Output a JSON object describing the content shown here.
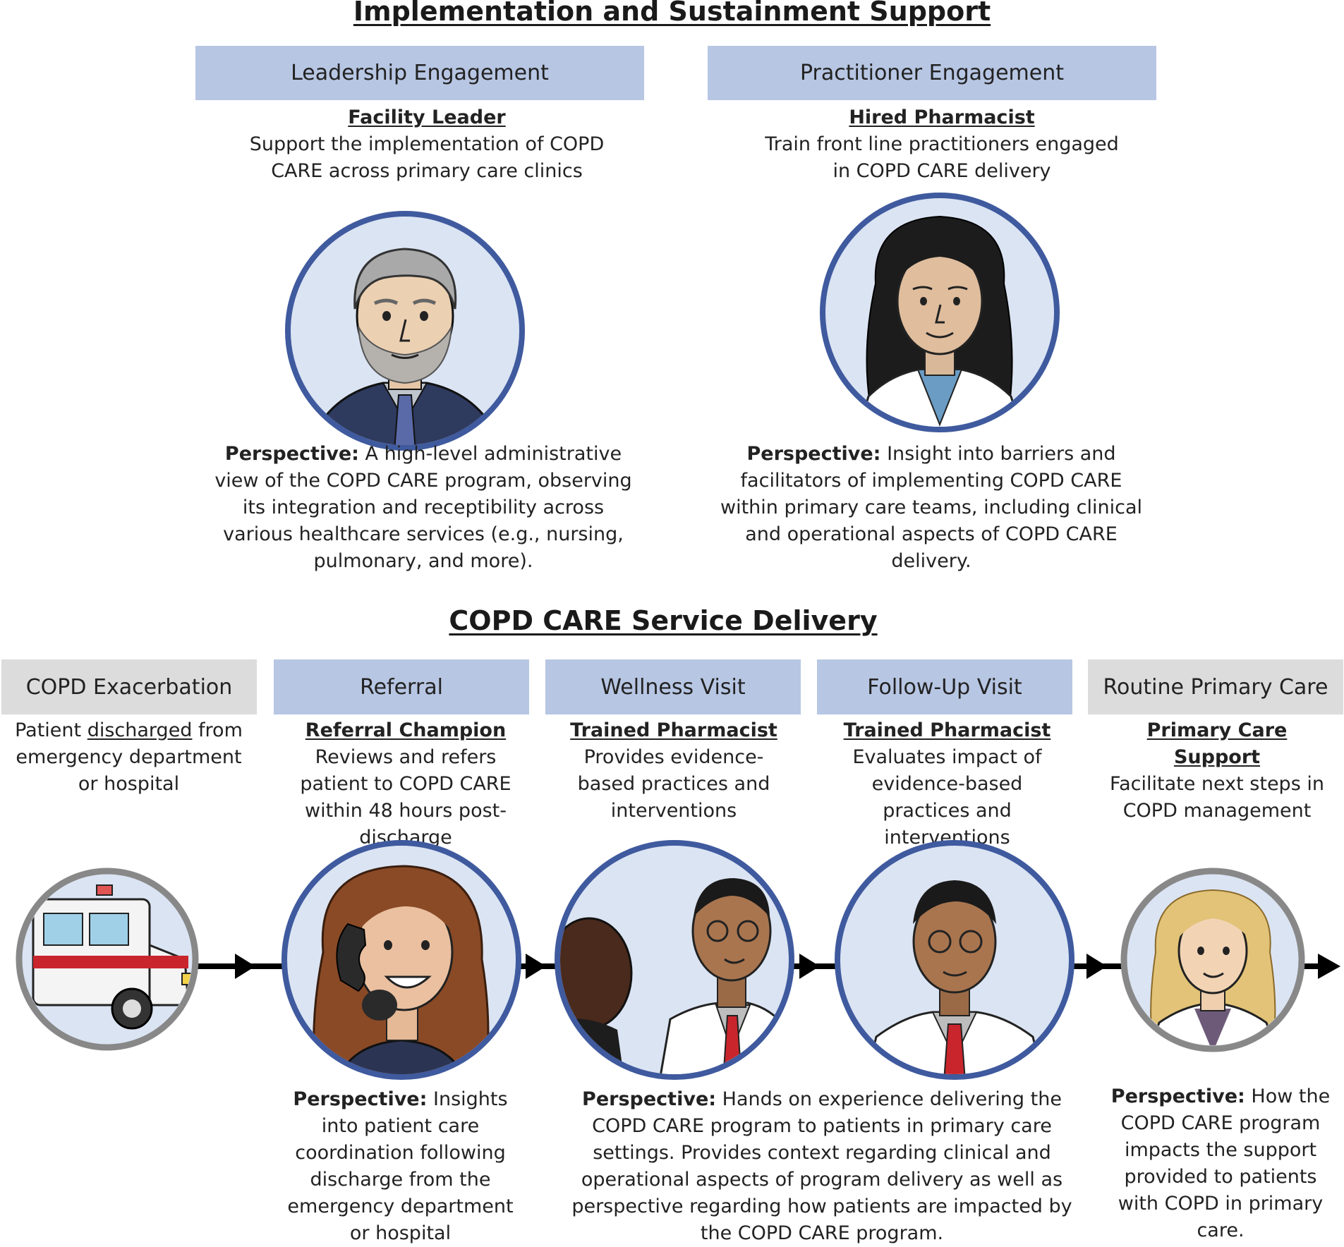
{
  "top": {
    "title": "Implementation and Sustainment Support",
    "leadership": {
      "header": "Leadership Engagement",
      "role": "Facility Leader",
      "description": "Support the implementation of COPD CARE across primary care clinics",
      "perspective_label": "Perspective:",
      "perspective_text": "A high-level administrative view of the COPD CARE program, observing its integration and receptibility across various healthcare services (e.g., nursing, pulmonary, and more)."
    },
    "practitioner": {
      "header": "Practitioner Engagement",
      "role": "Hired Pharmacist",
      "description": "Train front line practitioners engaged in COPD CARE delivery",
      "perspective_label": "Perspective:",
      "perspective_text": "Insight into barriers and facilitators of implementing COPD CARE within primary care teams, including clinical and operational aspects of COPD CARE delivery."
    }
  },
  "bottom": {
    "title": "COPD CARE Service Delivery",
    "steps": [
      {
        "header": "COPD Exacerbation",
        "desc_pre": "Patient ",
        "desc_underlined": "discharged",
        "desc_post": " from emergency department or hospital"
      },
      {
        "header": "Referral",
        "role": "Referral Champion",
        "description": "Reviews and refers patient to COPD CARE within 48 hours post-discharge",
        "perspective_label": "Perspective:",
        "perspective_text": "Insights into patient care coordination following discharge from the emergency department or hospital"
      },
      {
        "header": "Wellness Visit",
        "role": "Trained Pharmacist",
        "description": "Provides evidence-based practices and interventions"
      },
      {
        "header": "Follow-Up Visit",
        "role": "Trained Pharmacist",
        "description": "Evaluates impact of evidence-based practices and interventions"
      },
      {
        "header": "Routine Primary Care",
        "role": "Primary Care Support",
        "description": "Facilitate next steps in COPD management",
        "perspective_label": "Perspective:",
        "perspective_text": "How the COPD CARE program impacts the support provided to patients with COPD in primary care."
      }
    ],
    "pharmacist_perspective": {
      "label": "Perspective:",
      "text": "Hands on experience delivering the COPD CARE program to patients in primary care settings. Provides context regarding clinical and operational aspects of program delivery as well as perspective regarding how patients are impacted by the COPD CARE program."
    }
  },
  "colors": {
    "blue_header": "#b7c6e3",
    "gray_header": "#dcdcdc",
    "circle_blue": "#3f5a9e",
    "circle_gray": "#888888",
    "circle_fill": "#dbe4f3"
  }
}
